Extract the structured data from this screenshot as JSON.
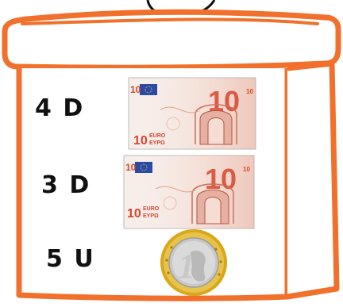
{
  "rows": [
    {
      "label": "4 D",
      "item": "10 euro banknote"
    },
    {
      "label": "3 D",
      "item": "10 euro banknote"
    },
    {
      "label": "5 U",
      "item": "1 euro coin"
    }
  ],
  "banknote": {
    "value": "10",
    "currency": "EURO",
    "color": "#d8452d"
  },
  "coin": {
    "value": "1"
  },
  "colors": {
    "box_outline": "#f0702c",
    "text": "#111111"
  }
}
